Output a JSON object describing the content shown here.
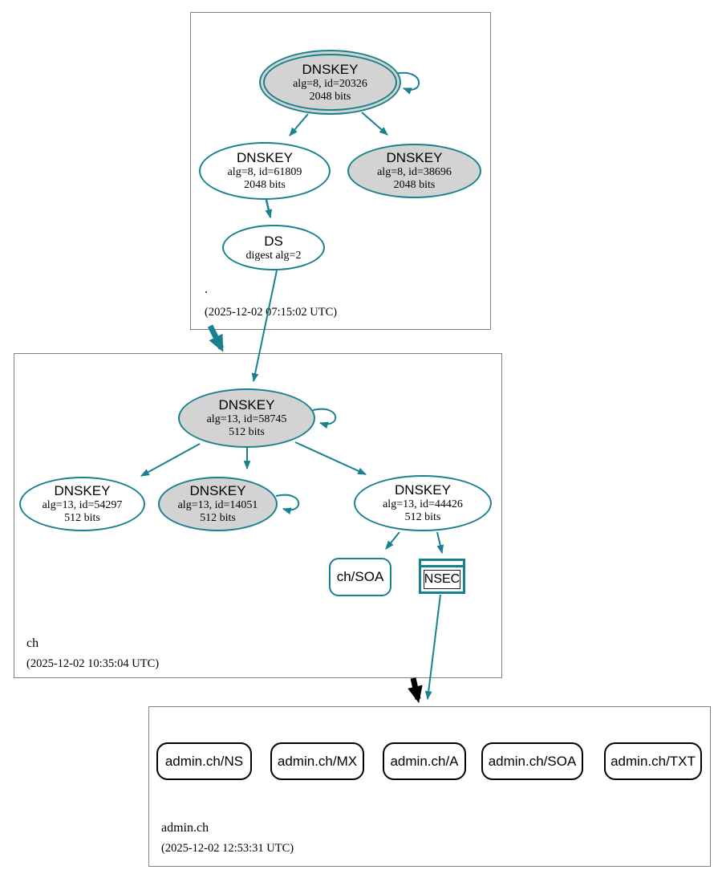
{
  "colors": {
    "secure_teal": "#18808f",
    "node_fill_gray": "#d3d3d3",
    "zone_box_border": "#7f7f7f",
    "insecure_black": "#000000"
  },
  "zones": {
    "root": {
      "name": ".",
      "timestamp": "(2025-12-02 07:15:02 UTC)",
      "nodes": {
        "ksk": {
          "title": "DNSKEY",
          "detail1": "alg=8, id=20326",
          "detail2": "2048 bits"
        },
        "zsk": {
          "title": "DNSKEY",
          "detail1": "alg=8, id=61809",
          "detail2": "2048 bits"
        },
        "published": {
          "title": "DNSKEY",
          "detail1": "alg=8, id=38696",
          "detail2": "2048 bits"
        },
        "ds": {
          "title": "DS",
          "detail1": "digest alg=2"
        }
      }
    },
    "ch": {
      "name": "ch",
      "timestamp": "(2025-12-02 10:35:04 UTC)",
      "nodes": {
        "ksk": {
          "title": "DNSKEY",
          "detail1": "alg=13, id=58745",
          "detail2": "512 bits"
        },
        "zsk1": {
          "title": "DNSKEY",
          "detail1": "alg=13, id=54297",
          "detail2": "512 bits"
        },
        "zsk2": {
          "title": "DNSKEY",
          "detail1": "alg=13, id=14051",
          "detail2": "512 bits"
        },
        "zsk3": {
          "title": "DNSKEY",
          "detail1": "alg=13, id=44426",
          "detail2": "512 bits"
        },
        "soa": {
          "label": "ch/SOA"
        },
        "nsec": {
          "label": "NSEC"
        }
      }
    },
    "admin": {
      "name": "admin.ch",
      "timestamp": "(2025-12-02 12:53:31 UTC)",
      "rrsets": [
        {
          "label": "admin.ch/NS"
        },
        {
          "label": "admin.ch/MX"
        },
        {
          "label": "admin.ch/A"
        },
        {
          "label": "admin.ch/SOA"
        },
        {
          "label": "admin.ch/TXT"
        }
      ]
    }
  }
}
